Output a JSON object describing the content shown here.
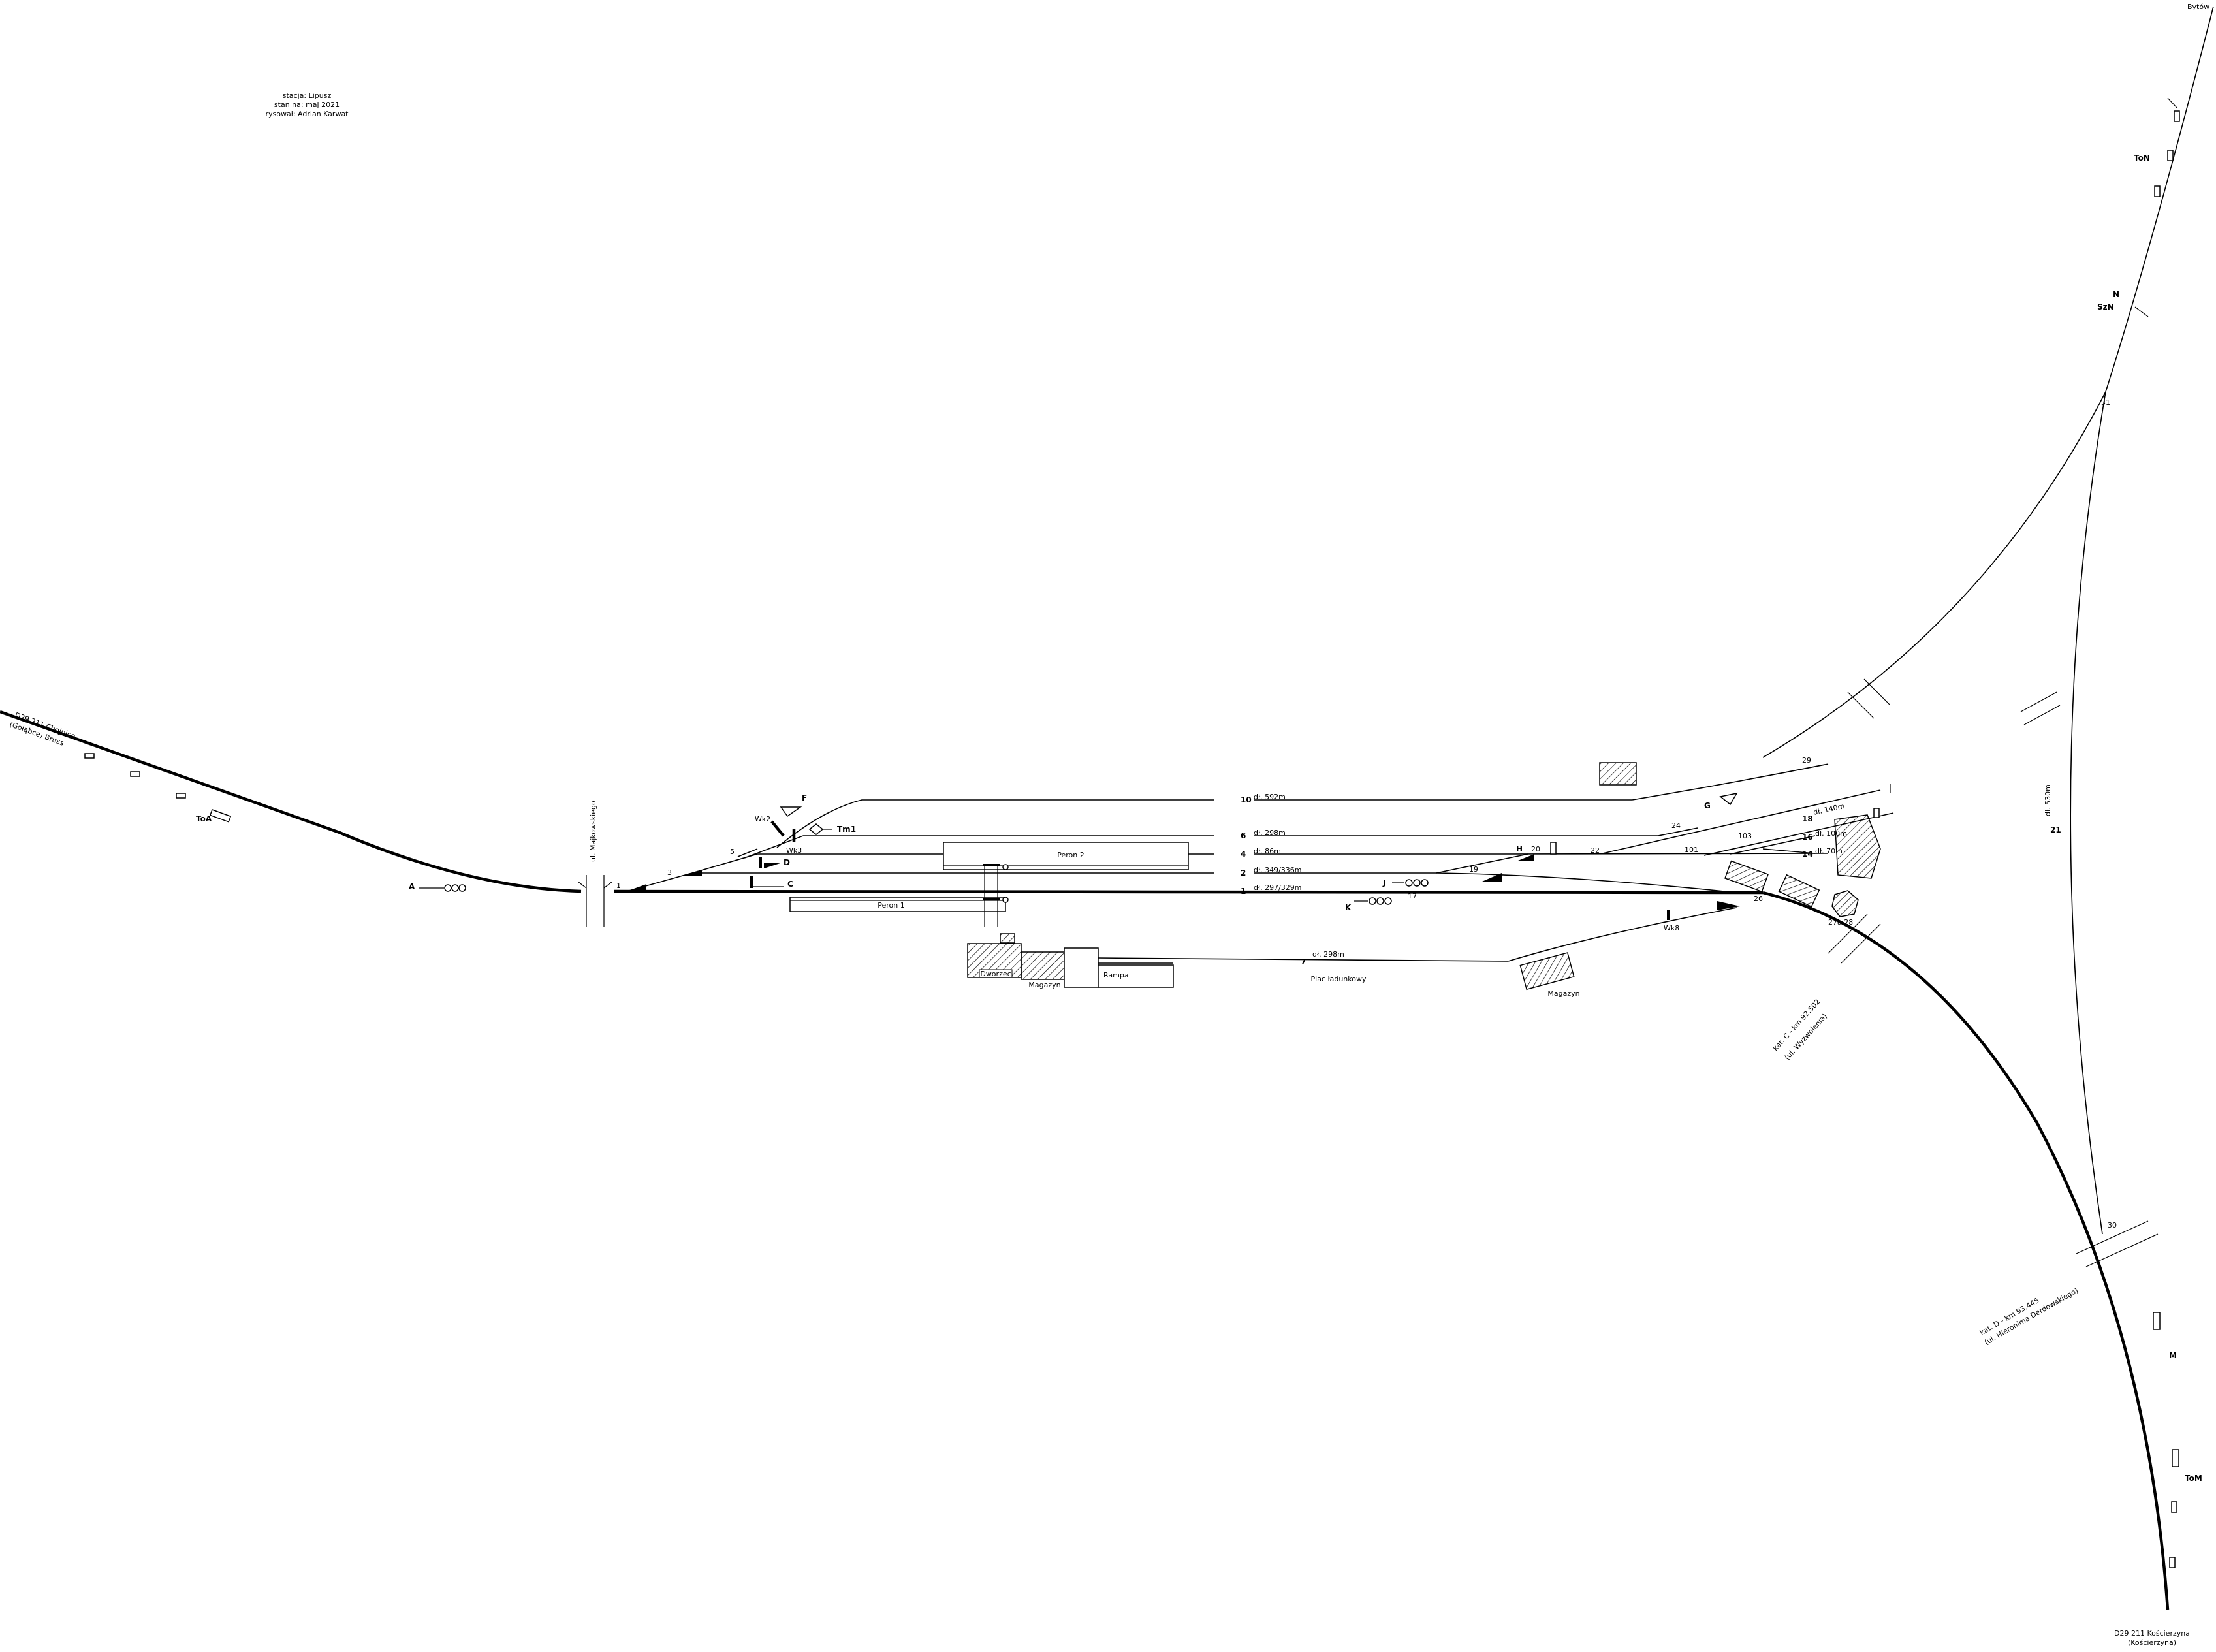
{
  "info": {
    "station_line": "stacja: Lipusz",
    "date_line": "stan na: maj 2021",
    "author_line": "rysował: Adrian Karwat"
  },
  "directions": {
    "bytow": "Bytów",
    "chojnice_line1": "D29 211 Chojnice",
    "chojnice_line2": "(Gołąbce) Bruss",
    "koscierzyna_line1": "D29 211 Kościerzyna",
    "koscierzyna_line2": "(Kościerzyna)"
  },
  "streets": {
    "majkowskiego": "ul. Majkowskiego",
    "crossing_c": "kat. C - km 92,502",
    "crossing_c_street": "(ul. Wyzwolenia)",
    "crossing_d": "kat. D - km 93,445",
    "crossing_d_street": "(ul. Hieronima Derdowskiego)"
  },
  "tracks": [
    {
      "id": "10",
      "length": "dł. 592m"
    },
    {
      "id": "6",
      "length": "dł. 298m"
    },
    {
      "id": "4",
      "length": "dł. 86m"
    },
    {
      "id": "2",
      "length": "dł. 349/336m"
    },
    {
      "id": "1",
      "length": "dł. 297/329m"
    },
    {
      "id": "7",
      "length": "dł. 298m"
    },
    {
      "id": "18",
      "length": "dł. 140m"
    },
    {
      "id": "16",
      "length": "dł. 100m"
    },
    {
      "id": "14",
      "length": "dł. 70m"
    },
    {
      "id": "21",
      "length": "dł. 530m"
    }
  ],
  "signals": {
    "A": "A",
    "C": "C",
    "D": "D",
    "F": "F",
    "G": "G",
    "H": "H",
    "J": "J",
    "K": "K",
    "M": "M",
    "N": "N",
    "ToA": "ToA",
    "ToM": "ToM",
    "ToN": "ToN",
    "SzN": "SzN",
    "Tm1": "Tm1",
    "Wk2": "Wk2",
    "Wk3": "Wk3",
    "Wk8": "Wk8"
  },
  "switches": [
    "1",
    "3",
    "5",
    "17",
    "19",
    "20",
    "22",
    "24",
    "26",
    "27a",
    "27b",
    "28",
    "29",
    "31",
    "30",
    "101",
    "103"
  ],
  "buildings": {
    "peron2": "Peron 2",
    "peron1": "Peron 1",
    "dworzec": "Dworzec",
    "magazyn1": "Magazyn",
    "rampa": "Rampa",
    "plac": "Plac ładunkowy",
    "magazyn2": "Magazyn"
  },
  "colors": {
    "line": "#000000",
    "background": "#ffffff"
  }
}
